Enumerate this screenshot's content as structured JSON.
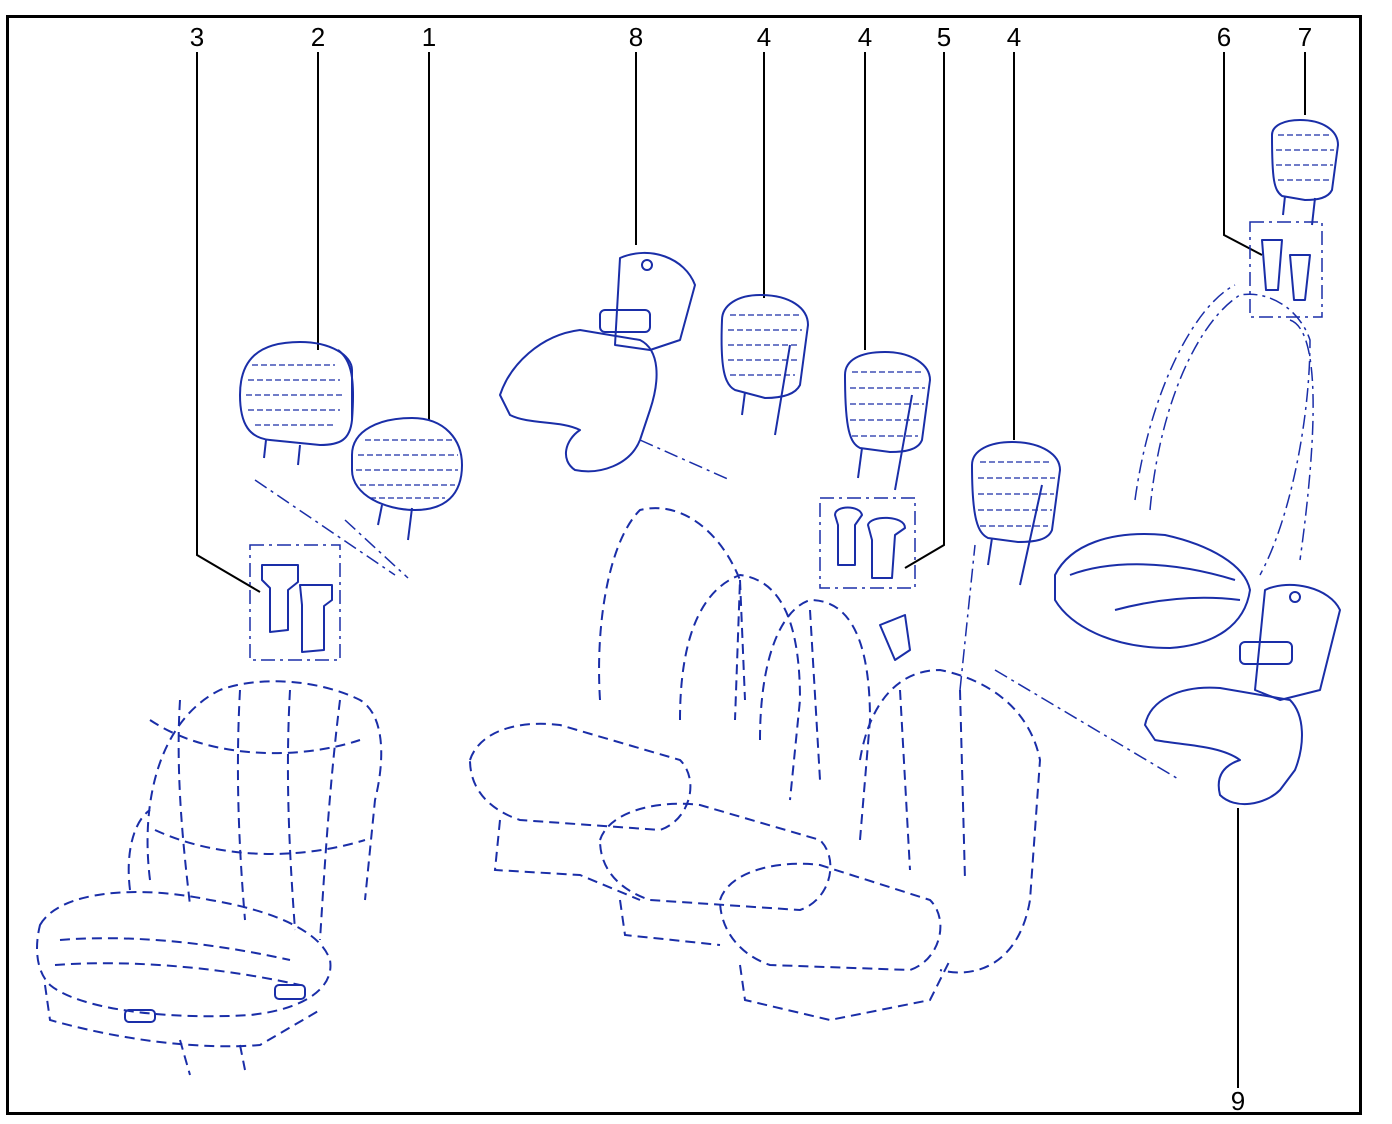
{
  "callouts": {
    "c1": "1",
    "c2": "2",
    "c3": "3",
    "c4a": "4",
    "c4b": "4",
    "c4c": "4",
    "c5": "5",
    "c6": "6",
    "c7": "7",
    "c8": "8",
    "c9": "9"
  },
  "colors": {
    "line_art": "#1a2ea8",
    "callout": "#000000",
    "frame": "#000000"
  }
}
